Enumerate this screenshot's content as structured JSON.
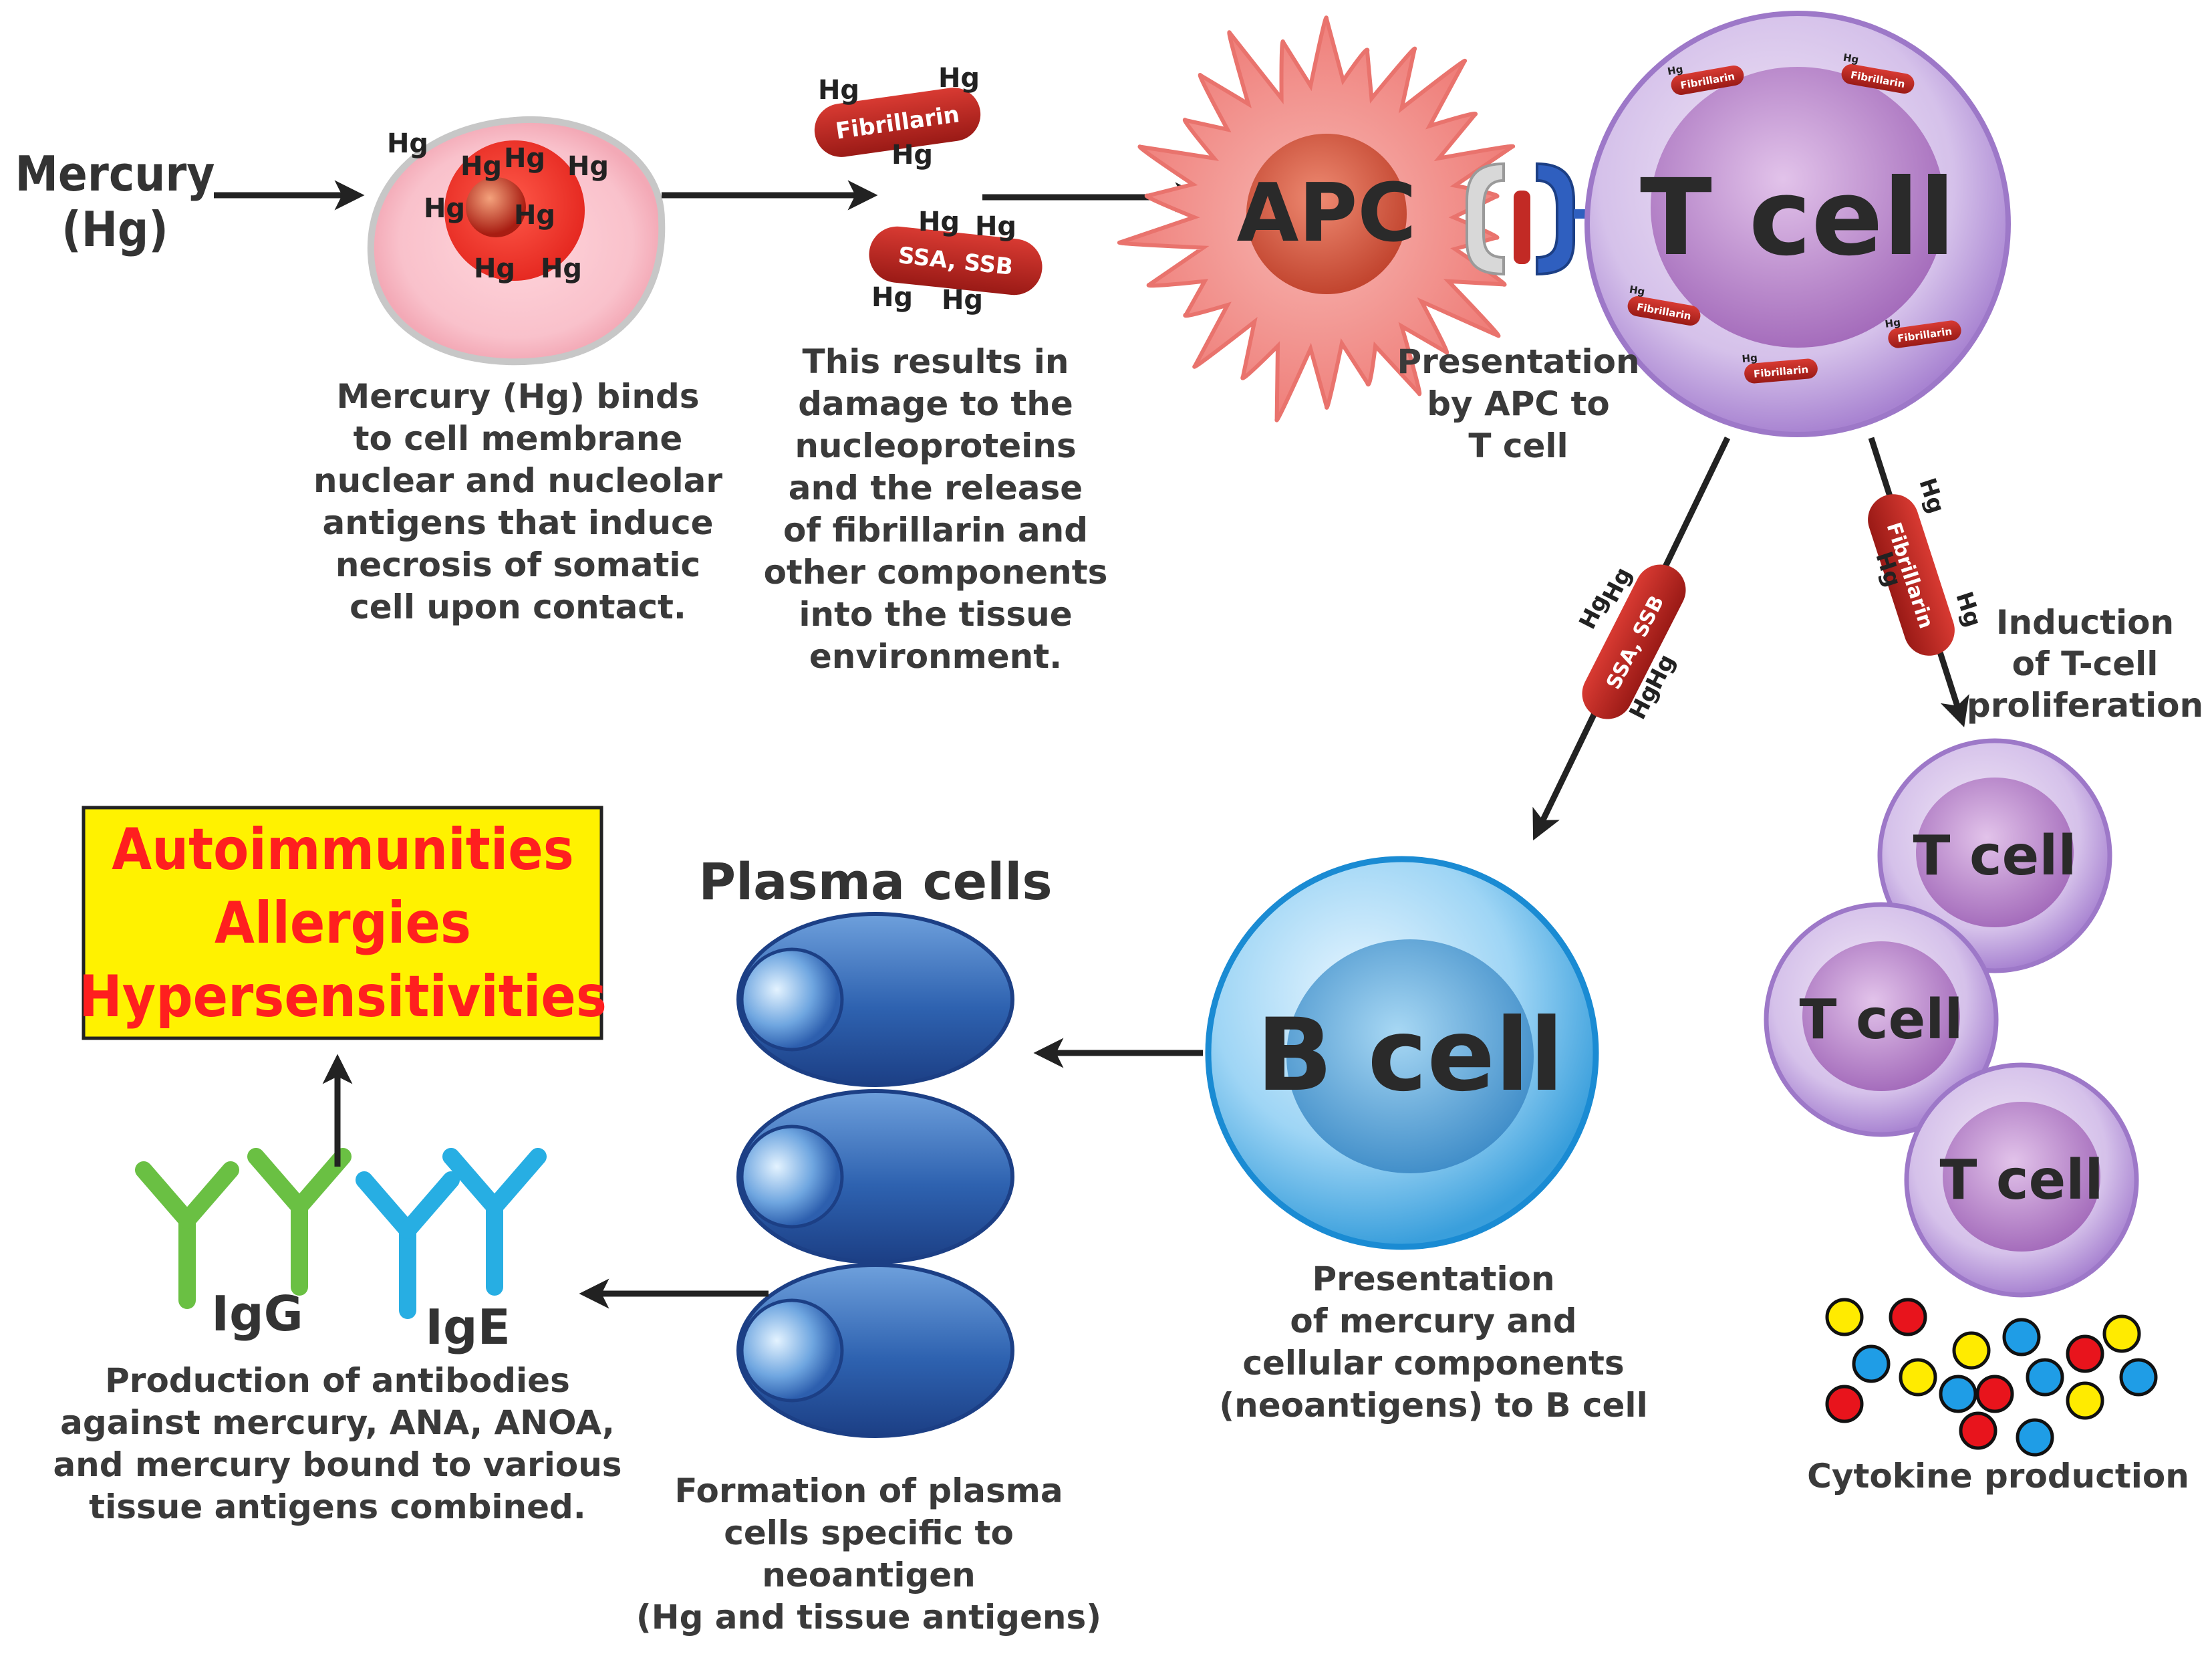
{
  "mercury": {
    "line1": "Mercury",
    "line2": "(Hg)"
  },
  "hg_symbol": "Hg",
  "pills": {
    "fibrillarin": "Fibrillarin",
    "ssa_ssb": "SSA, SSB"
  },
  "captions": {
    "somatic_cell": [
      "Mercury (Hg) binds",
      "to cell membrane",
      "nuclear and nucleolar",
      "antigens that induce",
      "necrosis of somatic",
      "cell upon contact."
    ],
    "damage": [
      "This results in",
      "damage to the",
      "nucleoproteins",
      "and the release",
      "of fibrillarin and",
      "other components",
      "into the tissue",
      "environment."
    ],
    "presentation_apc": [
      "Presentation",
      "by APC to",
      "T cell"
    ],
    "induction": [
      "Induction",
      "of T-cell",
      "proliferation"
    ],
    "presentation_bcell": [
      "Presentation",
      "of mercury and",
      "cellular components",
      "(neoantigens) to B cell"
    ],
    "plasma_formation": [
      "Formation of plasma",
      "cells specific to",
      "neoantigen",
      "(Hg and tissue antigens)"
    ],
    "antibodies": [
      "Production of antibodies",
      "against mercury, ANA, ANOA,",
      "and mercury bound to various",
      "tissue antigens combined."
    ],
    "cytokine": "Cytokine production"
  },
  "cells": {
    "apc": "APC",
    "t_cell": "T cell",
    "b_cell": "B cell",
    "plasma_title": "Plasma cells"
  },
  "antibodies": {
    "igg": "IgG",
    "ige": "IgE"
  },
  "outcome_box": {
    "lines": [
      "Autoimmunities",
      "Allergies",
      "Hypersensitivities"
    ]
  },
  "colors": {
    "outcome_bg": "#fff200",
    "outcome_text": "#ff1f1f",
    "igg": "#6ac043",
    "ige": "#27aee3",
    "pill": "#c22a25",
    "cytokine_red": "#e8141c",
    "cytokine_yellow": "#ffeb00",
    "cytokine_blue": "#1f9de6"
  }
}
